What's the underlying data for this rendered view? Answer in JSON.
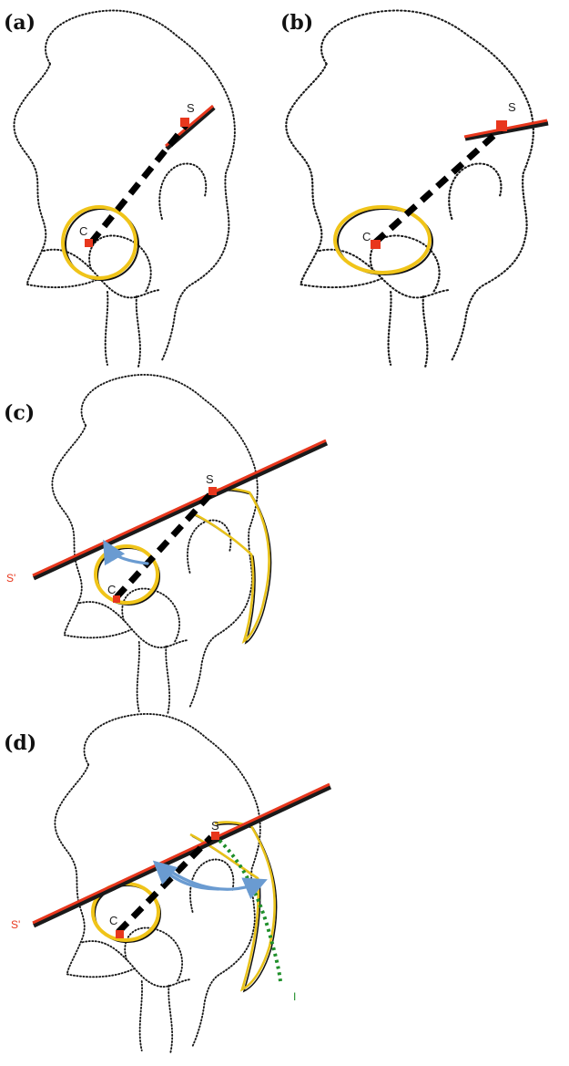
{
  "panels": {
    "a": {
      "label": "(a)",
      "s_label": "S",
      "c_label": "C"
    },
    "b": {
      "label": "(b)",
      "s_label": "S",
      "c_label": "C"
    },
    "c": {
      "label": "(c)",
      "s_label": "S",
      "c_label": "C",
      "sprime_label": "S'"
    },
    "d": {
      "label": "(d)",
      "s_label": "S",
      "c_label": "C",
      "sprime_label": "S'",
      "i_label": "I"
    }
  },
  "colors": {
    "center_marker": "#e8371d",
    "acetabulum_ring": "#f0c419",
    "red_line": "#e8371d",
    "arrow": "#6a9bd1",
    "ischial_line": "#1f8f2a"
  }
}
